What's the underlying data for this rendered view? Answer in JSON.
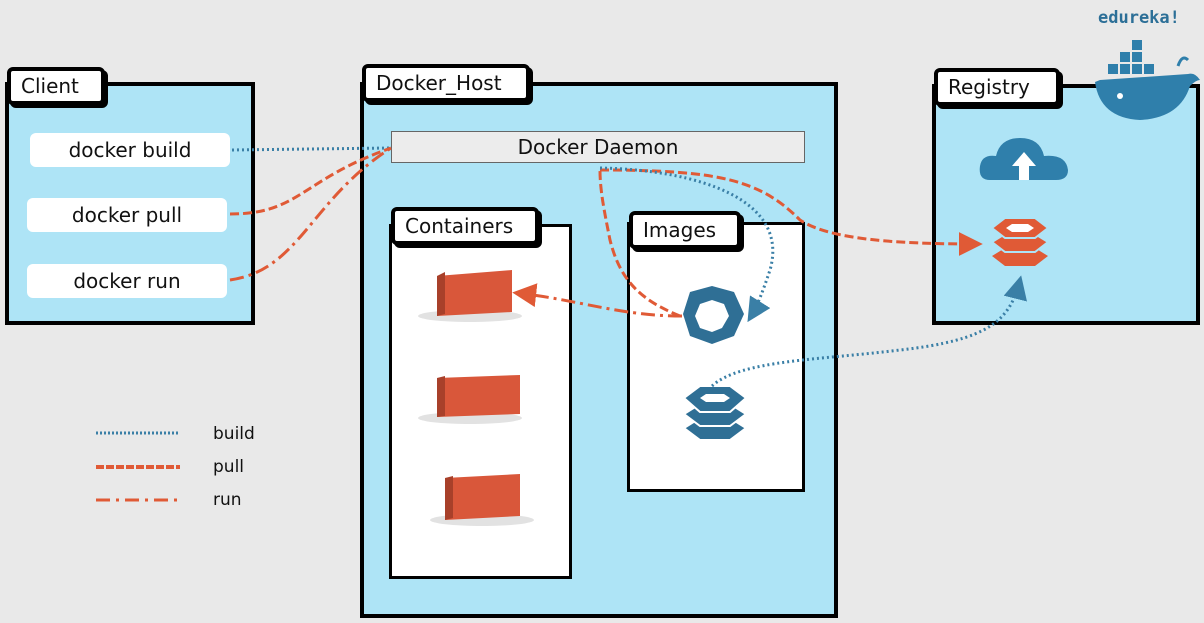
{
  "brand": "edureka!",
  "client": {
    "title": "Client",
    "commands": [
      "docker build",
      "docker pull",
      "docker run"
    ]
  },
  "host": {
    "title": "Docker_Host",
    "daemon": "Docker Daemon",
    "containers_title": "Containers",
    "images_title": "Images"
  },
  "registry": {
    "title": "Registry"
  },
  "legend": [
    {
      "label": "build",
      "style": "dotted",
      "color": "#3a7fa6"
    },
    {
      "label": "pull",
      "style": "dashed",
      "color": "#e05a36"
    },
    {
      "label": "run",
      "style": "dash-dot",
      "color": "#e05a36"
    }
  ],
  "colors": {
    "panel": "#aee4f6",
    "container": "#d9573a",
    "image": "#2f6f95",
    "cloud": "#2f7fab"
  }
}
